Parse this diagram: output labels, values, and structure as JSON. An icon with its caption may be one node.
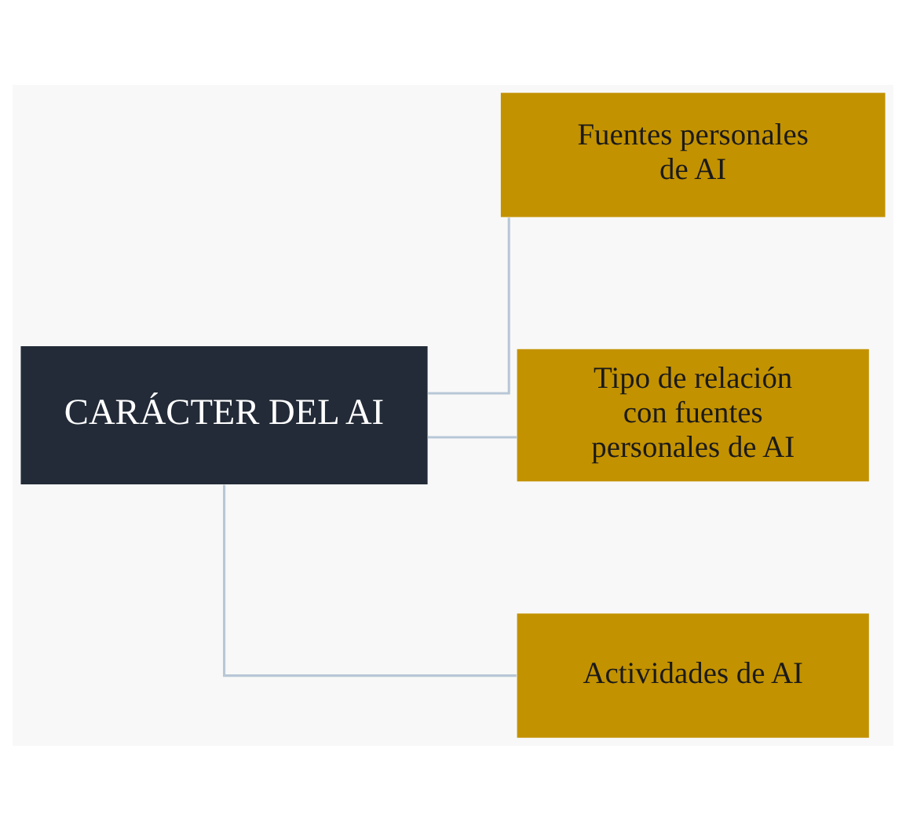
{
  "diagram": {
    "nodes": [
      {
        "text": [
          "CARÁCTER DEL AI"
        ]
      },
      {
        "text": [
          "Fuentes personales de AI"
        ]
      },
      {
        "text": [
          "Tipo de relación con fuentes personales de AI"
        ]
      },
      {
        "text": [
          "Actividades de AI"
        ]
      }
    ],
    "edges": [
      {
        "from": 0,
        "to": 1,
        "arrow": "none"
      },
      {
        "from": 0,
        "to": 2,
        "arrow": "none"
      },
      {
        "from": 0,
        "to": 3,
        "arrow": "none"
      }
    ]
  }
}
